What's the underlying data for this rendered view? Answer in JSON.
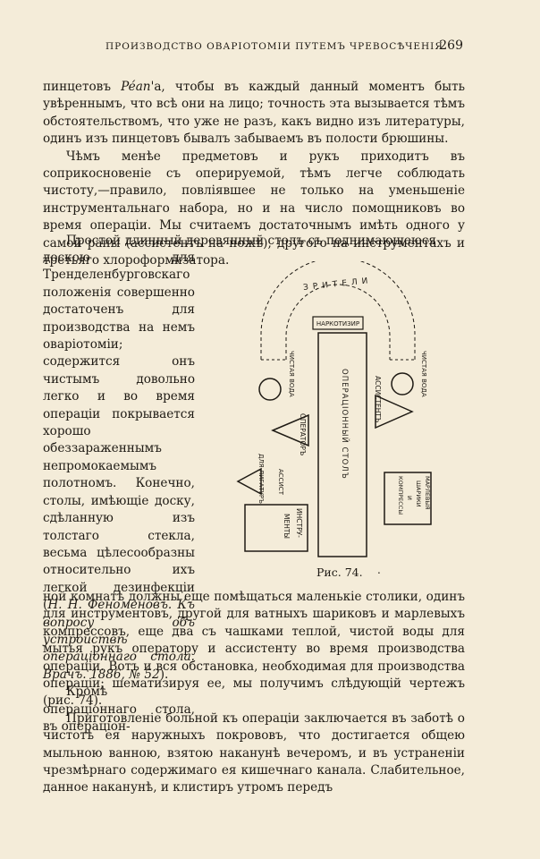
{
  "header": {
    "running_title": "ПРОИЗВОДСТВО ОВАРІОТОМІИ ПУТЕМЪ ЧРЕВОСѢЧЕНІЯ.",
    "page_number": "269"
  },
  "para1": {
    "part1": "пинцетовъ ",
    "name": "Péan",
    "part2": "'а, чтобы въ каждый данный моментъ быть увѣреннымъ, что всѣ они на лицо; точность эта вызывается тѣмъ обстоятельствомъ, что уже не разъ, какъ видно изъ литературы, одинъ изъ пинцетовъ бывалъ забываемъ въ полости брюшины."
  },
  "para2": "Чѣмъ менѣе предметовъ и рукъ приходитъ въ соприкосновеніе съ оперируемой, тѣмъ легче соблюдать чистоту,—правило, повліявшее не только на уменьшеніе инструментальнаго набора, но и на число помощниковъ во время операціи. Мы считаемъ достаточнымъ имѣть одного у самой раны (ассистентъ на ножѣ), другого на инструментахъ и третьяго хлороформизатора.",
  "para3_line1": "Простой длинный деревянный столъ съ поднимающеюся",
  "para3_col": "доскою для Тренделенбурговскаго положенія совершенно достаточенъ для производства на немъ оваріотоміи; содержится онъ чистымъ довольно легко и во время операціи покрывается хорошо обеззараженнымъ непромокаемымъ полотномъ. Конечно, столы, имѣющіе доску, сдѣланную изъ толстаго стекла, весьма цѣлесообразны относительно ихъ легкой дезинфекціи (",
  "citation": {
    "author": "Н. Н. Феноменовъ.",
    "title": " Къ вопросу объ устройствѣ операціоннаго стола. Врачъ. 1886, № 52",
    "close": ")."
  },
  "para4_col": "Кромѣ операціоннаго стола, въ операціон-",
  "para4_rest": "ной комнатѣ должны еще помѣщаться маленькіе столики, одинъ для инструментовъ, другой для ватныхъ шариковъ и марлевыхъ компрессовъ, еще два съ чашками теплой, чистой воды для мытья рукъ оператору и ассистенту во время производства операціи. Вотъ и вся обстановка, необходимая для производства операціи; шематизируя ее, мы получимъ слѣдующій чертежъ (рис. 74).",
  "para5": "Приготовленіе больной къ операціи заключается въ заботѣ о чистотѣ ея наружныхъ покрововъ, что достигается общею мыльною ванною, взятою наканунѣ вечеромъ, и въ устраненіи чрезмѣрнаго содержимаго ея кишечнаго канала. Слабительное, данное наканунѣ, и клистиръ утромъ передъ",
  "figure": {
    "caption": "Рис. 74.",
    "dot": ".",
    "spectators": "ЗРИТЕЛИ",
    "narcotizer": "НАРКОТИЗИР",
    "table": "ОПЕРАЦІОННЫЙ СТОЛЪ",
    "water_left": "ЧИСТАЯ ВОДА",
    "water_right": "ЧИСТАЯ ВОДА",
    "operator": "ОПЕРАТОРЪ",
    "assistant": "АССИСТЕНТЪ",
    "ligatures": "ДЛЯ ЛИГАТУРЪ",
    "assist2": "АССИСТ",
    "instruments_a": "ИНСТРУ-",
    "instruments_b": "МЕНТЫ",
    "gauze_a": "МАРЛЕВЫЯ",
    "gauze_b": "ШАРИКИ",
    "gauze_c": "И",
    "gauze_d": "КОМПРЕССЫ"
  }
}
